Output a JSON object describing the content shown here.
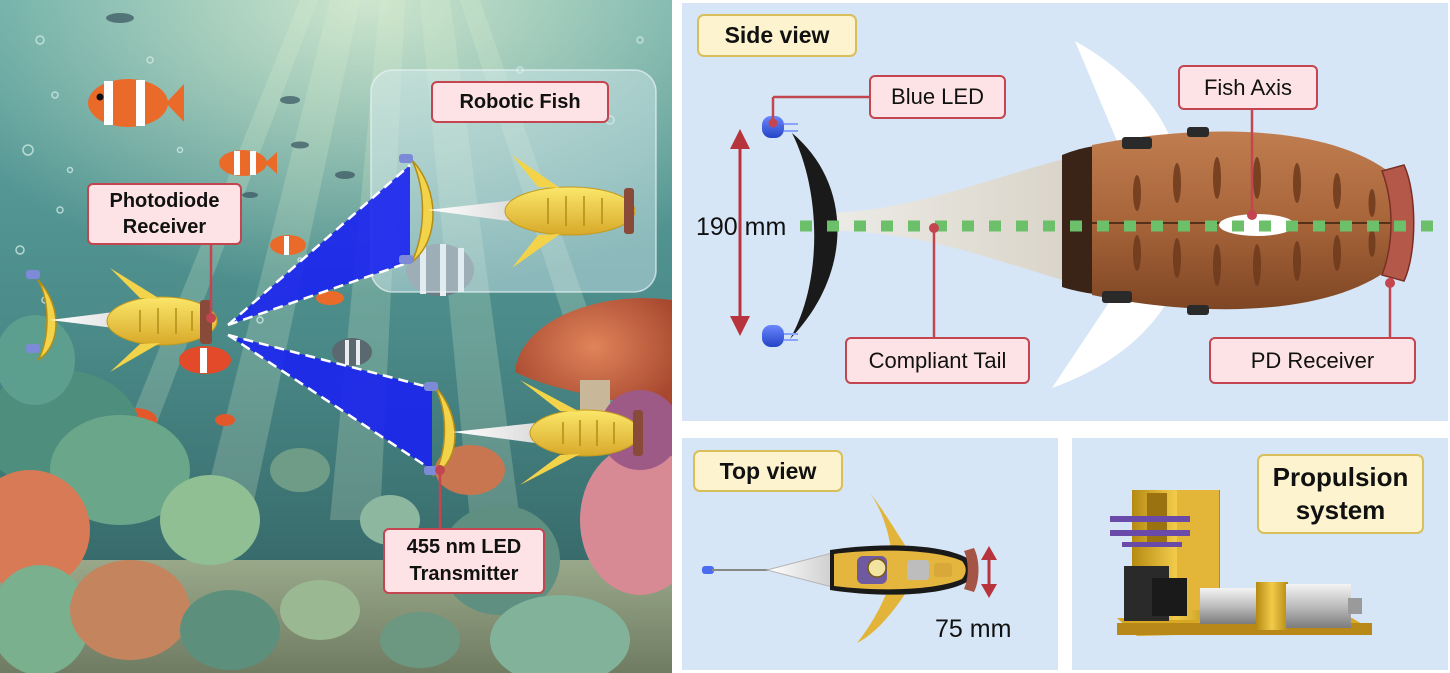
{
  "scene": {
    "robotic_fish_label": "Robotic Fish",
    "photodiode_label": "Photodiode Receiver",
    "transmitter_label": "455 nm LED Transmitter"
  },
  "side_view": {
    "title": "Side view",
    "blue_led_label": "Blue LED",
    "fish_axis_label": "Fish Axis",
    "compliant_tail_label": "Compliant Tail",
    "pd_receiver_label": "PD Receiver",
    "height_measure": "190 mm"
  },
  "top_view": {
    "title": "Top view",
    "width_measure": "75 mm"
  },
  "propulsion": {
    "title": "Propulsion system"
  },
  "colors": {
    "label_border": "#c24550",
    "label_fill": "#fde3e5",
    "title_border": "#d8bf5c",
    "title_fill": "#fdf4cf",
    "panel_bg": "#d6e6f6",
    "beam_blue": "#1a22f0",
    "fish_yellow": "#f2d34a",
    "fish_axis_green": "#6cc06a"
  }
}
